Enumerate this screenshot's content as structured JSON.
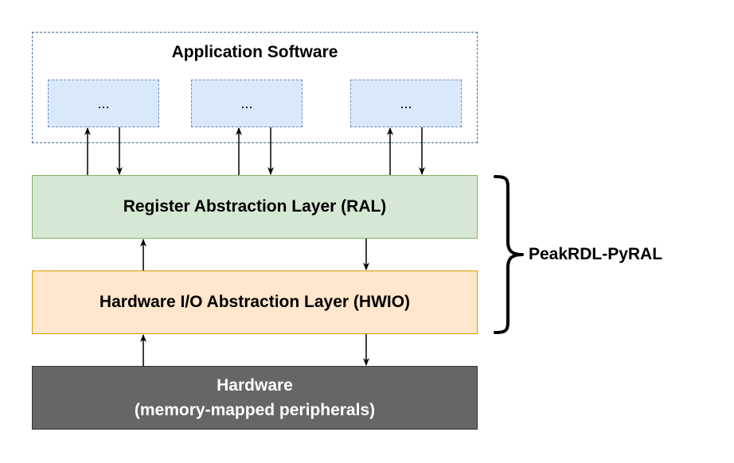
{
  "app_software": {
    "title": "Application Software",
    "modules": [
      "...",
      "...",
      "..."
    ]
  },
  "ral": {
    "label": "Register Abstraction Layer (RAL)"
  },
  "hwio": {
    "label": "Hardware I/O Abstraction Layer (HWIO)"
  },
  "hardware": {
    "line1": "Hardware",
    "line2": "(memory-mapped peripherals)"
  },
  "brace": {
    "label": "PeakRDL-PyRAL"
  },
  "colors": {
    "app_border": "#3e6a96",
    "module_fill": "#dae8fc",
    "ral_fill": "#d5e8d4",
    "hwio_fill": "#ffe6cc",
    "hardware_fill": "#666666"
  }
}
